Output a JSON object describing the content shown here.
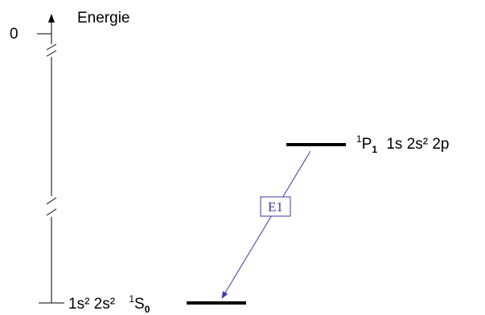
{
  "axis": {
    "label": "Energie",
    "zero_label": "0"
  },
  "levels": [
    {
      "id": "ground",
      "term": {
        "pre": "1",
        "letter": "S",
        "sub": "0"
      },
      "configuration": "1s² 2s²"
    },
    {
      "id": "excited",
      "term": {
        "pre": "1",
        "letter": "P",
        "sub": "1"
      },
      "configuration": "1s 2s² 2p"
    }
  ],
  "transition": {
    "label": "E1",
    "from": "excited",
    "to": "ground"
  },
  "colors": {
    "lines": "#000000",
    "transition": "#3a3aa8"
  }
}
